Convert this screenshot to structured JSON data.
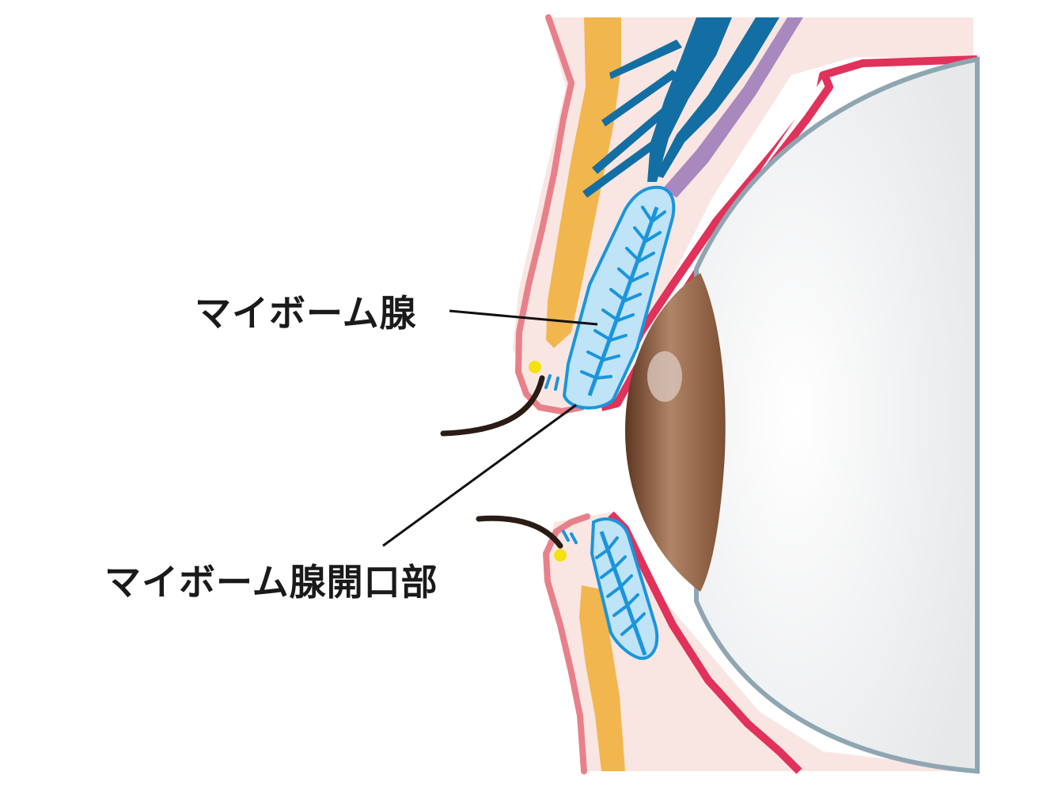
{
  "labels": {
    "meibomian_gland": "マイボーム腺",
    "meibomian_gland_orifice": "マイボーム腺開口部"
  },
  "colors": {
    "skin": "#f9e6e2",
    "skin_edge": "#e8808a",
    "fat": "#f2b64e",
    "muscle_blue": "#136fa3",
    "purple": "#a988be",
    "conjunctiva_red": "#e0325a",
    "gland_fill": "#bfe3f7",
    "gland_duct": "#1a95dc",
    "iris": "#8a5a3c",
    "pupil_shadow": "#6a4027",
    "sclera": "#f4f4f4",
    "sclera_edge": "#8fa6b2",
    "eyelash": "#2a1c14",
    "orifice_dot": "#f4e10f",
    "leader_line": "#111111"
  },
  "icons": [
    "eyelash",
    "meibomian-gland",
    "eyeball",
    "iris"
  ]
}
